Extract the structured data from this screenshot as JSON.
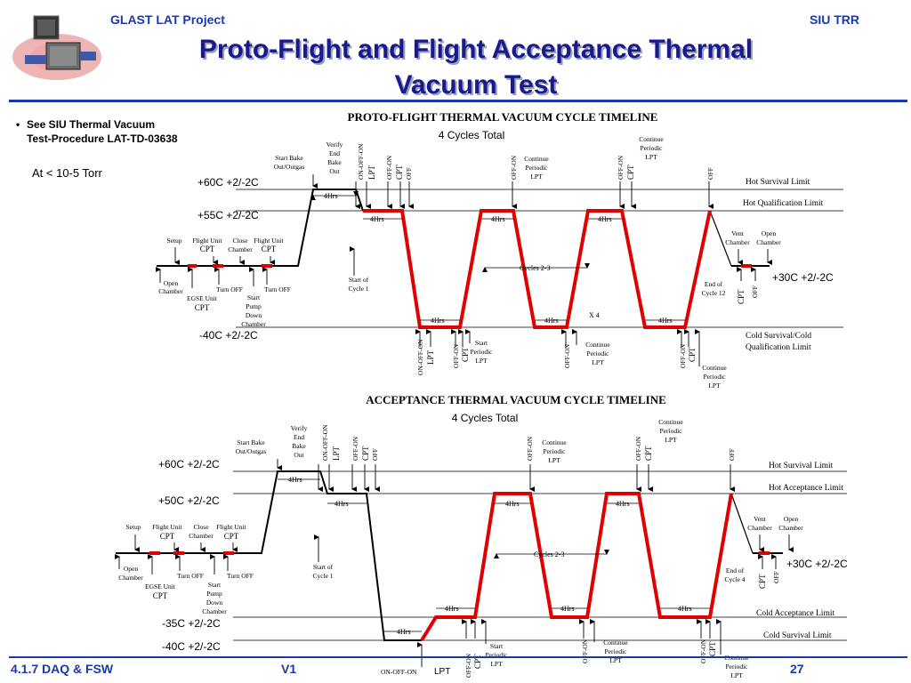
{
  "header": {
    "left": "GLAST LAT Project",
    "right": "SIU TRR"
  },
  "title_line1": "Proto-Flight and Flight Acceptance Thermal",
  "title_line2": "Vacuum Test",
  "note": {
    "line1": "See SIU Thermal Vacuum",
    "line2": "Test-Procedure LAT-TD-03638",
    "torr": "At < 10-5 Torr"
  },
  "footer": {
    "left": "4.1.7 DAQ & FSW",
    "center": "V1",
    "right": "27"
  },
  "colors": {
    "accent": "#1a3aa8",
    "cycle_line": "#e00000",
    "text": "#000000"
  },
  "diagram1": {
    "title": "PROTO-FLIGHT THERMAL VACUUM CYCLE TIMELINE",
    "subtitle": "4 Cycles Total",
    "levels": {
      "hot": "+60C +2/-2C",
      "qual": "+55C +2/-2C",
      "cold": "-40C +2/-2C",
      "final": "+30C +2/-2C"
    },
    "limits": {
      "hot_survival": "Hot Survival Limit",
      "hot_qual": "Hot Qualification Limit",
      "cold1": "Cold Survival/Cold",
      "cold2": "Qualification Limit"
    },
    "hrs": "4Hrs",
    "cycles": "Cycles 2-3",
    "x4": "X 4",
    "labels": {
      "setup": "Setup",
      "flight_unit": "Flight Unit",
      "close": "Close",
      "chamber": "Chamber",
      "cpt": "CPT",
      "open": "Open",
      "egse": "EGSE Unit",
      "turn_off": "Turn OFF",
      "start": "Start",
      "pump": "Pump",
      "down": "Down",
      "start_bake": "Start Bake",
      "out_outgas": "Out/Outgas",
      "verify": "Verify",
      "end": "End",
      "bake": "Bake",
      "out": "Out",
      "on_off_on": "ON-OFF-ON",
      "lpt": "LPT",
      "off_on": "OFF-ON",
      "off": "OFF",
      "continue": "Continue",
      "periodic": "Periodic",
      "start_of": "Start of",
      "cycle1": "Cycle 1",
      "end_of": "End of",
      "cycle_end": "Cycle 12",
      "vent": "Vent"
    }
  },
  "diagram2": {
    "title": "ACCEPTANCE THERMAL VACUUM CYCLE TIMELINE",
    "subtitle": "4 Cycles Total",
    "levels": {
      "hot": "+60C +2/-2C",
      "acc": "+50C +2/-2C",
      "cold_acc": "-35C +2/-2C",
      "cold": "-40C +2/-2C",
      "final": "+30C +2/-2C"
    },
    "limits": {
      "hot_survival": "Hot Survival Limit",
      "hot_acc": "Hot Acceptance Limit",
      "cold_acc": "Cold Acceptance Limit",
      "cold_surv": "Cold Survival Limit"
    },
    "hrs": "4Hrs",
    "cycles": "Cycles 2-3",
    "labels": {
      "setup": "Setup",
      "flight_unit": "Flight Unit",
      "close": "Close",
      "chamber": "Chamber",
      "cpt": "CPT",
      "open": "Open",
      "egse": "EGSE Unit",
      "turn_off": "Turn OFF",
      "start": "Start",
      "pump": "Pump",
      "down": "Down",
      "start_bake": "Start Bake",
      "out_outgas": "Out/Outgas",
      "verify": "Verify",
      "end": "End",
      "bake": "Bake",
      "out": "Out",
      "on_off_on": "ON-OFF-ON",
      "lpt": "LPT",
      "off_on": "OFF-ON",
      "off": "OFF",
      "continue": "Continue",
      "periodic": "Periodic",
      "start_of": "Start of",
      "cycle1": "Cycle 1",
      "end_of": "End of",
      "cycle_end": "Cycle 4",
      "vent": "Vent"
    }
  }
}
